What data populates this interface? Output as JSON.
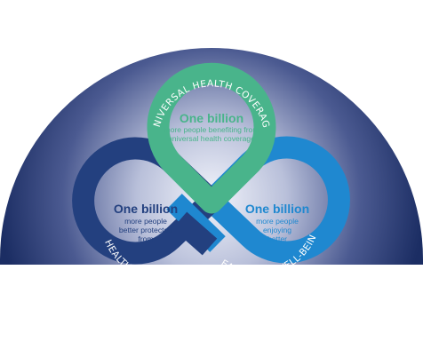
{
  "colors": {
    "background_dark": "#1b2d63",
    "background_glow": "#f2f4fb",
    "uhc_green": "#49b48b",
    "emergencies_navy": "#23407f",
    "wellbeing_blue": "#1f88d0"
  },
  "pillars": {
    "uhc": {
      "arc_label": "UNIVERSAL HEALTH COVERAGE",
      "headline": "One billion",
      "description_line1": "more people benefiting from",
      "description_line2": "universal health coverage"
    },
    "emergencies": {
      "arc_label": "HEALTH EMERGENCIES",
      "headline": "One billion",
      "description_line1": "more people",
      "description_line2": "better protected",
      "description_line3": "from"
    },
    "wellbeing": {
      "arc_label": "HEALTH AND WELL-BEING",
      "headline": "One billion",
      "description_line1": "more people",
      "description_line2": "enjoying",
      "description_line3": "better"
    }
  }
}
